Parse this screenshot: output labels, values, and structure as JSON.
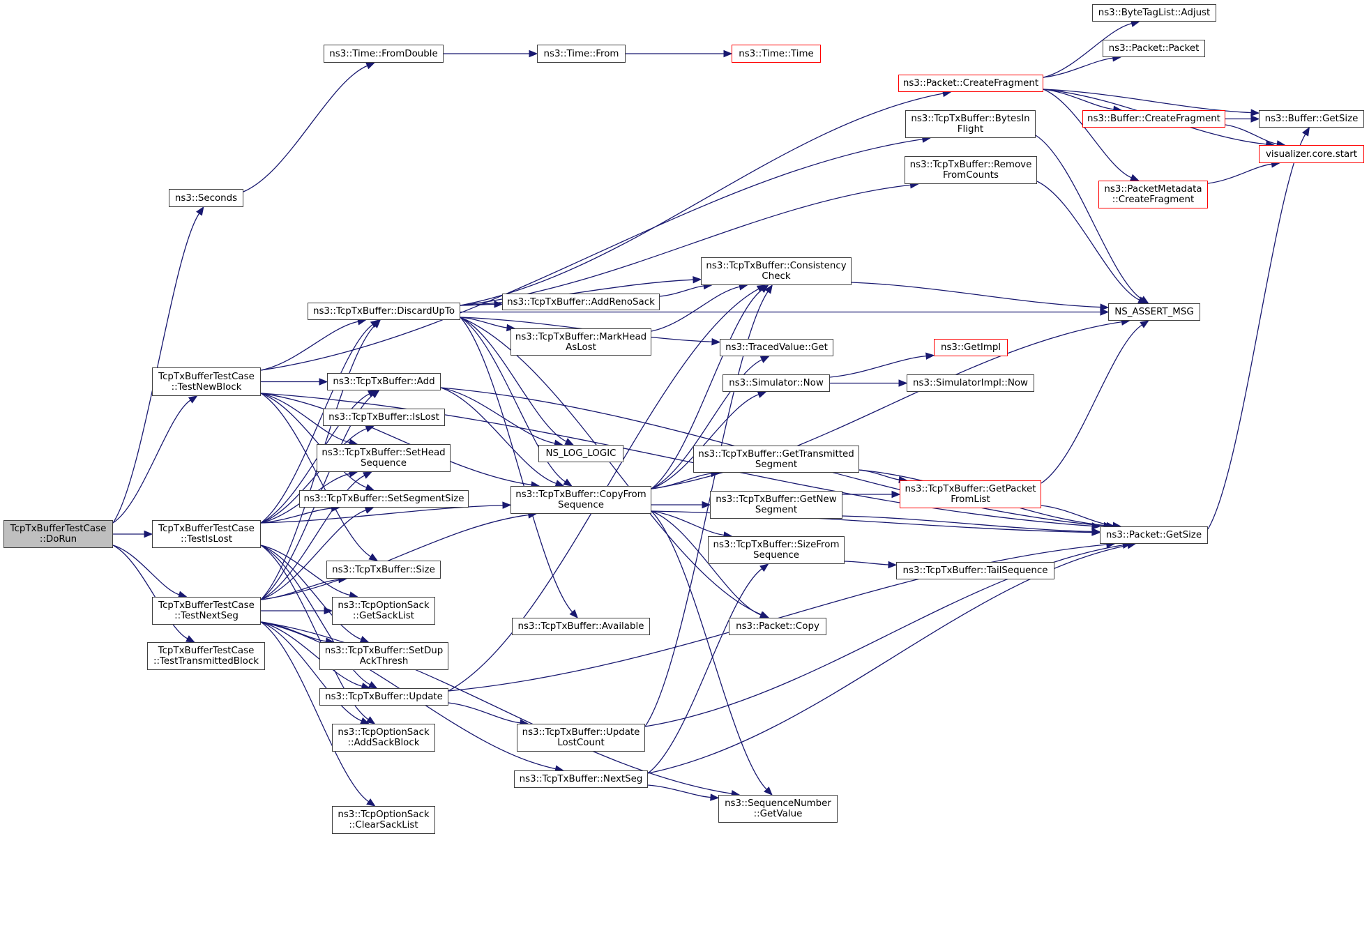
{
  "title": "TcpTxBufferTestCase::DoRun call graph",
  "colors": {
    "edge": "#191970",
    "node_border": "#404040",
    "undocumented_border": "#ff0000",
    "root_fill": "#bfbfbf"
  },
  "nodes": [
    {
      "id": "dorun",
      "label": "TcpTxBufferTestCase\n::DoRun",
      "kind": "root"
    },
    {
      "id": "seconds",
      "label": "ns3::Seconds",
      "kind": "normal"
    },
    {
      "id": "fromdouble",
      "label": "ns3::Time::FromDouble",
      "kind": "normal"
    },
    {
      "id": "timefrom",
      "label": "ns3::Time::From",
      "kind": "normal"
    },
    {
      "id": "timetime",
      "label": "ns3::Time::Time",
      "kind": "undocumented"
    },
    {
      "id": "testnewblock",
      "label": "TcpTxBufferTestCase\n::TestNewBlock",
      "kind": "normal"
    },
    {
      "id": "testislost",
      "label": "TcpTxBufferTestCase\n::TestIsLost",
      "kind": "normal"
    },
    {
      "id": "testnextseg",
      "label": "TcpTxBufferTestCase\n::TestNextSeg",
      "kind": "normal"
    },
    {
      "id": "testtransmittedblock",
      "label": "TcpTxBufferTestCase\n::TestTransmittedBlock",
      "kind": "normal"
    },
    {
      "id": "discardupto",
      "label": "ns3::TcpTxBuffer::DiscardUpTo",
      "kind": "normal"
    },
    {
      "id": "add",
      "label": "ns3::TcpTxBuffer::Add",
      "kind": "normal"
    },
    {
      "id": "islost",
      "label": "ns3::TcpTxBuffer::IsLost",
      "kind": "normal"
    },
    {
      "id": "setheadsequence",
      "label": "ns3::TcpTxBuffer::SetHead\nSequence",
      "kind": "normal"
    },
    {
      "id": "setsegmentsize",
      "label": "ns3::TcpTxBuffer::SetSegmentSize",
      "kind": "normal"
    },
    {
      "id": "size",
      "label": "ns3::TcpTxBuffer::Size",
      "kind": "normal"
    },
    {
      "id": "getsacklist",
      "label": "ns3::TcpOptionSack\n::GetSackList",
      "kind": "normal"
    },
    {
      "id": "setdupackthresh",
      "label": "ns3::TcpTxBuffer::SetDup\nAckThresh",
      "kind": "normal"
    },
    {
      "id": "update",
      "label": "ns3::TcpTxBuffer::Update",
      "kind": "normal"
    },
    {
      "id": "addsackblock",
      "label": "ns3::TcpOptionSack\n::AddSackBlock",
      "kind": "normal"
    },
    {
      "id": "clearsacklist",
      "label": "ns3::TcpOptionSack\n::ClearSackList",
      "kind": "normal"
    },
    {
      "id": "addrenosack",
      "label": "ns3::TcpTxBuffer::AddRenoSack",
      "kind": "normal"
    },
    {
      "id": "markheadaslost",
      "label": "ns3::TcpTxBuffer::MarkHead\nAsLost",
      "kind": "normal"
    },
    {
      "id": "nsloglogic",
      "label": "NS_LOG_LOGIC",
      "kind": "normal"
    },
    {
      "id": "copyfromsequence",
      "label": "ns3::TcpTxBuffer::CopyFrom\nSequence",
      "kind": "normal"
    },
    {
      "id": "available",
      "label": "ns3::TcpTxBuffer::Available",
      "kind": "normal"
    },
    {
      "id": "updatelostcount",
      "label": "ns3::TcpTxBuffer::Update\nLostCount",
      "kind": "normal"
    },
    {
      "id": "nextseg",
      "label": "ns3::TcpTxBuffer::NextSeg",
      "kind": "normal"
    },
    {
      "id": "packetcreatefragment",
      "label": "ns3::Packet::CreateFragment",
      "kind": "undocumented"
    },
    {
      "id": "bytesinflight",
      "label": "ns3::TcpTxBuffer::BytesIn\nFlight",
      "kind": "normal"
    },
    {
      "id": "removefromcounts",
      "label": "ns3::TcpTxBuffer::Remove\nFromCounts",
      "kind": "normal"
    },
    {
      "id": "consistencycheck",
      "label": "ns3::TcpTxBuffer::Consistency\nCheck",
      "kind": "normal"
    },
    {
      "id": "tracedvalueget",
      "label": "ns3::TracedValue::Get",
      "kind": "normal"
    },
    {
      "id": "simulatornow",
      "label": "ns3::Simulator::Now",
      "kind": "normal"
    },
    {
      "id": "gettransmittedsegment",
      "label": "ns3::TcpTxBuffer::GetTransmitted\nSegment",
      "kind": "normal"
    },
    {
      "id": "getnewsegment",
      "label": "ns3::TcpTxBuffer::GetNew\nSegment",
      "kind": "normal"
    },
    {
      "id": "sizefromsequence",
      "label": "ns3::TcpTxBuffer::SizeFrom\nSequence",
      "kind": "normal"
    },
    {
      "id": "packetcopy",
      "label": "ns3::Packet::Copy",
      "kind": "normal"
    },
    {
      "id": "seqgetvalue",
      "label": "ns3::SequenceNumber\n::GetValue",
      "kind": "normal"
    },
    {
      "id": "getimpl",
      "label": "ns3::GetImpl",
      "kind": "undocumented"
    },
    {
      "id": "simulatorimplnow",
      "label": "ns3::SimulatorImpl::Now",
      "kind": "normal"
    },
    {
      "id": "getpacketfromlist",
      "label": "ns3::TcpTxBuffer::GetPacket\nFromList",
      "kind": "undocumented"
    },
    {
      "id": "tailsequence",
      "label": "ns3::TcpTxBuffer::TailSequence",
      "kind": "normal"
    },
    {
      "id": "bytetaglistadjust",
      "label": "ns3::ByteTagList::Adjust",
      "kind": "normal"
    },
    {
      "id": "packetpacket",
      "label": "ns3::Packet::Packet",
      "kind": "normal"
    },
    {
      "id": "buffercreatefragment",
      "label": "ns3::Buffer::CreateFragment",
      "kind": "undocumented"
    },
    {
      "id": "packetmetadatacreatefragment",
      "label": "ns3::PacketMetadata\n::CreateFragment",
      "kind": "undocumented"
    },
    {
      "id": "nsassertmsg",
      "label": "NS_ASSERT_MSG",
      "kind": "normal"
    },
    {
      "id": "packetgetsize",
      "label": "ns3::Packet::GetSize",
      "kind": "normal"
    },
    {
      "id": "buffergetsize",
      "label": "ns3::Buffer::GetSize",
      "kind": "normal"
    },
    {
      "id": "visualizercorestart",
      "label": "visualizer.core.start",
      "kind": "undocumented"
    }
  ],
  "edges": [
    [
      "dorun",
      "seconds"
    ],
    [
      "dorun",
      "testnewblock"
    ],
    [
      "dorun",
      "testislost"
    ],
    [
      "dorun",
      "testnextseg"
    ],
    [
      "dorun",
      "testtransmittedblock"
    ],
    [
      "seconds",
      "fromdouble"
    ],
    [
      "fromdouble",
      "timefrom"
    ],
    [
      "timefrom",
      "timetime"
    ],
    [
      "testnewblock",
      "discardupto"
    ],
    [
      "testnewblock",
      "add"
    ],
    [
      "testnewblock",
      "setheadsequence"
    ],
    [
      "testnewblock",
      "setsegmentsize"
    ],
    [
      "testnewblock",
      "size"
    ],
    [
      "testnewblock",
      "bytesinflight"
    ],
    [
      "testnewblock",
      "copyfromsequence"
    ],
    [
      "testnewblock",
      "packetgetsize"
    ],
    [
      "testislost",
      "discardupto"
    ],
    [
      "testislost",
      "add"
    ],
    [
      "testislost",
      "islost"
    ],
    [
      "testislost",
      "setheadsequence"
    ],
    [
      "testislost",
      "setsegmentsize"
    ],
    [
      "testislost",
      "copyfromsequence"
    ],
    [
      "testislost",
      "getsacklist"
    ],
    [
      "testislost",
      "setdupackthresh"
    ],
    [
      "testislost",
      "update"
    ],
    [
      "testislost",
      "addsackblock"
    ],
    [
      "testnextseg",
      "discardupto"
    ],
    [
      "testnextseg",
      "add"
    ],
    [
      "testnextseg",
      "setheadsequence"
    ],
    [
      "testnextseg",
      "setsegmentsize"
    ],
    [
      "testnextseg",
      "size"
    ],
    [
      "testnextseg",
      "getsacklist"
    ],
    [
      "testnextseg",
      "setdupackthresh"
    ],
    [
      "testnextseg",
      "update"
    ],
    [
      "testnextseg",
      "addsackblock"
    ],
    [
      "testnextseg",
      "clearsacklist"
    ],
    [
      "testnextseg",
      "nextseg"
    ],
    [
      "testnextseg",
      "copyfromsequence"
    ],
    [
      "testnextseg",
      "seqgetvalue"
    ],
    [
      "discardupto",
      "addrenosack"
    ],
    [
      "discardupto",
      "markheadaslost"
    ],
    [
      "discardupto",
      "nsloglogic"
    ],
    [
      "discardupto",
      "copyfromsequence"
    ],
    [
      "discardupto",
      "packetcreatefragment"
    ],
    [
      "discardupto",
      "removefromcounts"
    ],
    [
      "discardupto",
      "consistencycheck"
    ],
    [
      "discardupto",
      "nsassertmsg"
    ],
    [
      "discardupto",
      "tracedvalueget"
    ],
    [
      "discardupto",
      "available"
    ],
    [
      "discardupto",
      "packetcopy"
    ],
    [
      "add",
      "nsloglogic"
    ],
    [
      "add",
      "copyfromsequence"
    ],
    [
      "add",
      "packetgetsize"
    ],
    [
      "addrenosack",
      "consistencycheck"
    ],
    [
      "markheadaslost",
      "consistencycheck"
    ],
    [
      "copyfromsequence",
      "consistencycheck"
    ],
    [
      "copyfromsequence",
      "tracedvalueget"
    ],
    [
      "copyfromsequence",
      "simulatornow"
    ],
    [
      "copyfromsequence",
      "nsassertmsg"
    ],
    [
      "copyfromsequence",
      "gettransmittedsegment"
    ],
    [
      "copyfromsequence",
      "getnewsegment"
    ],
    [
      "copyfromsequence",
      "sizefromsequence"
    ],
    [
      "copyfromsequence",
      "packetcopy"
    ],
    [
      "copyfromsequence",
      "packetgetsize"
    ],
    [
      "copyfromsequence",
      "seqgetvalue"
    ],
    [
      "update",
      "consistencycheck"
    ],
    [
      "update",
      "packetgetsize"
    ],
    [
      "update",
      "updatelostcount"
    ],
    [
      "updatelostcount",
      "consistencycheck"
    ],
    [
      "updatelostcount",
      "packetgetsize"
    ],
    [
      "nextseg",
      "sizefromsequence"
    ],
    [
      "nextseg",
      "packetgetsize"
    ],
    [
      "nextseg",
      "seqgetvalue"
    ],
    [
      "consistencycheck",
      "nsassertmsg"
    ],
    [
      "simulatornow",
      "getimpl"
    ],
    [
      "simulatornow",
      "simulatorimplnow"
    ],
    [
      "gettransmittedsegment",
      "getpacketfromlist"
    ],
    [
      "gettransmittedsegment",
      "packetgetsize"
    ],
    [
      "getnewsegment",
      "getpacketfromlist"
    ],
    [
      "getnewsegment",
      "packetgetsize"
    ],
    [
      "getpacketfromlist",
      "nsassertmsg"
    ],
    [
      "getpacketfromlist",
      "packetgetsize"
    ],
    [
      "sizefromsequence",
      "tailsequence"
    ],
    [
      "bytesinflight",
      "nsassertmsg"
    ],
    [
      "removefromcounts",
      "nsassertmsg"
    ],
    [
      "packetcreatefragment",
      "bytetaglistadjust"
    ],
    [
      "packetcreatefragment",
      "packetpacket"
    ],
    [
      "packetcreatefragment",
      "buffergetsize"
    ],
    [
      "packetcreatefragment",
      "buffercreatefragment"
    ],
    [
      "packetcreatefragment",
      "visualizercorestart"
    ],
    [
      "packetcreatefragment",
      "packetmetadatacreatefragment"
    ],
    [
      "buffercreatefragment",
      "buffergetsize"
    ],
    [
      "buffercreatefragment",
      "visualizercorestart"
    ],
    [
      "packetmetadatacreatefragment",
      "visualizercorestart"
    ],
    [
      "packetgetsize",
      "buffergetsize"
    ]
  ]
}
